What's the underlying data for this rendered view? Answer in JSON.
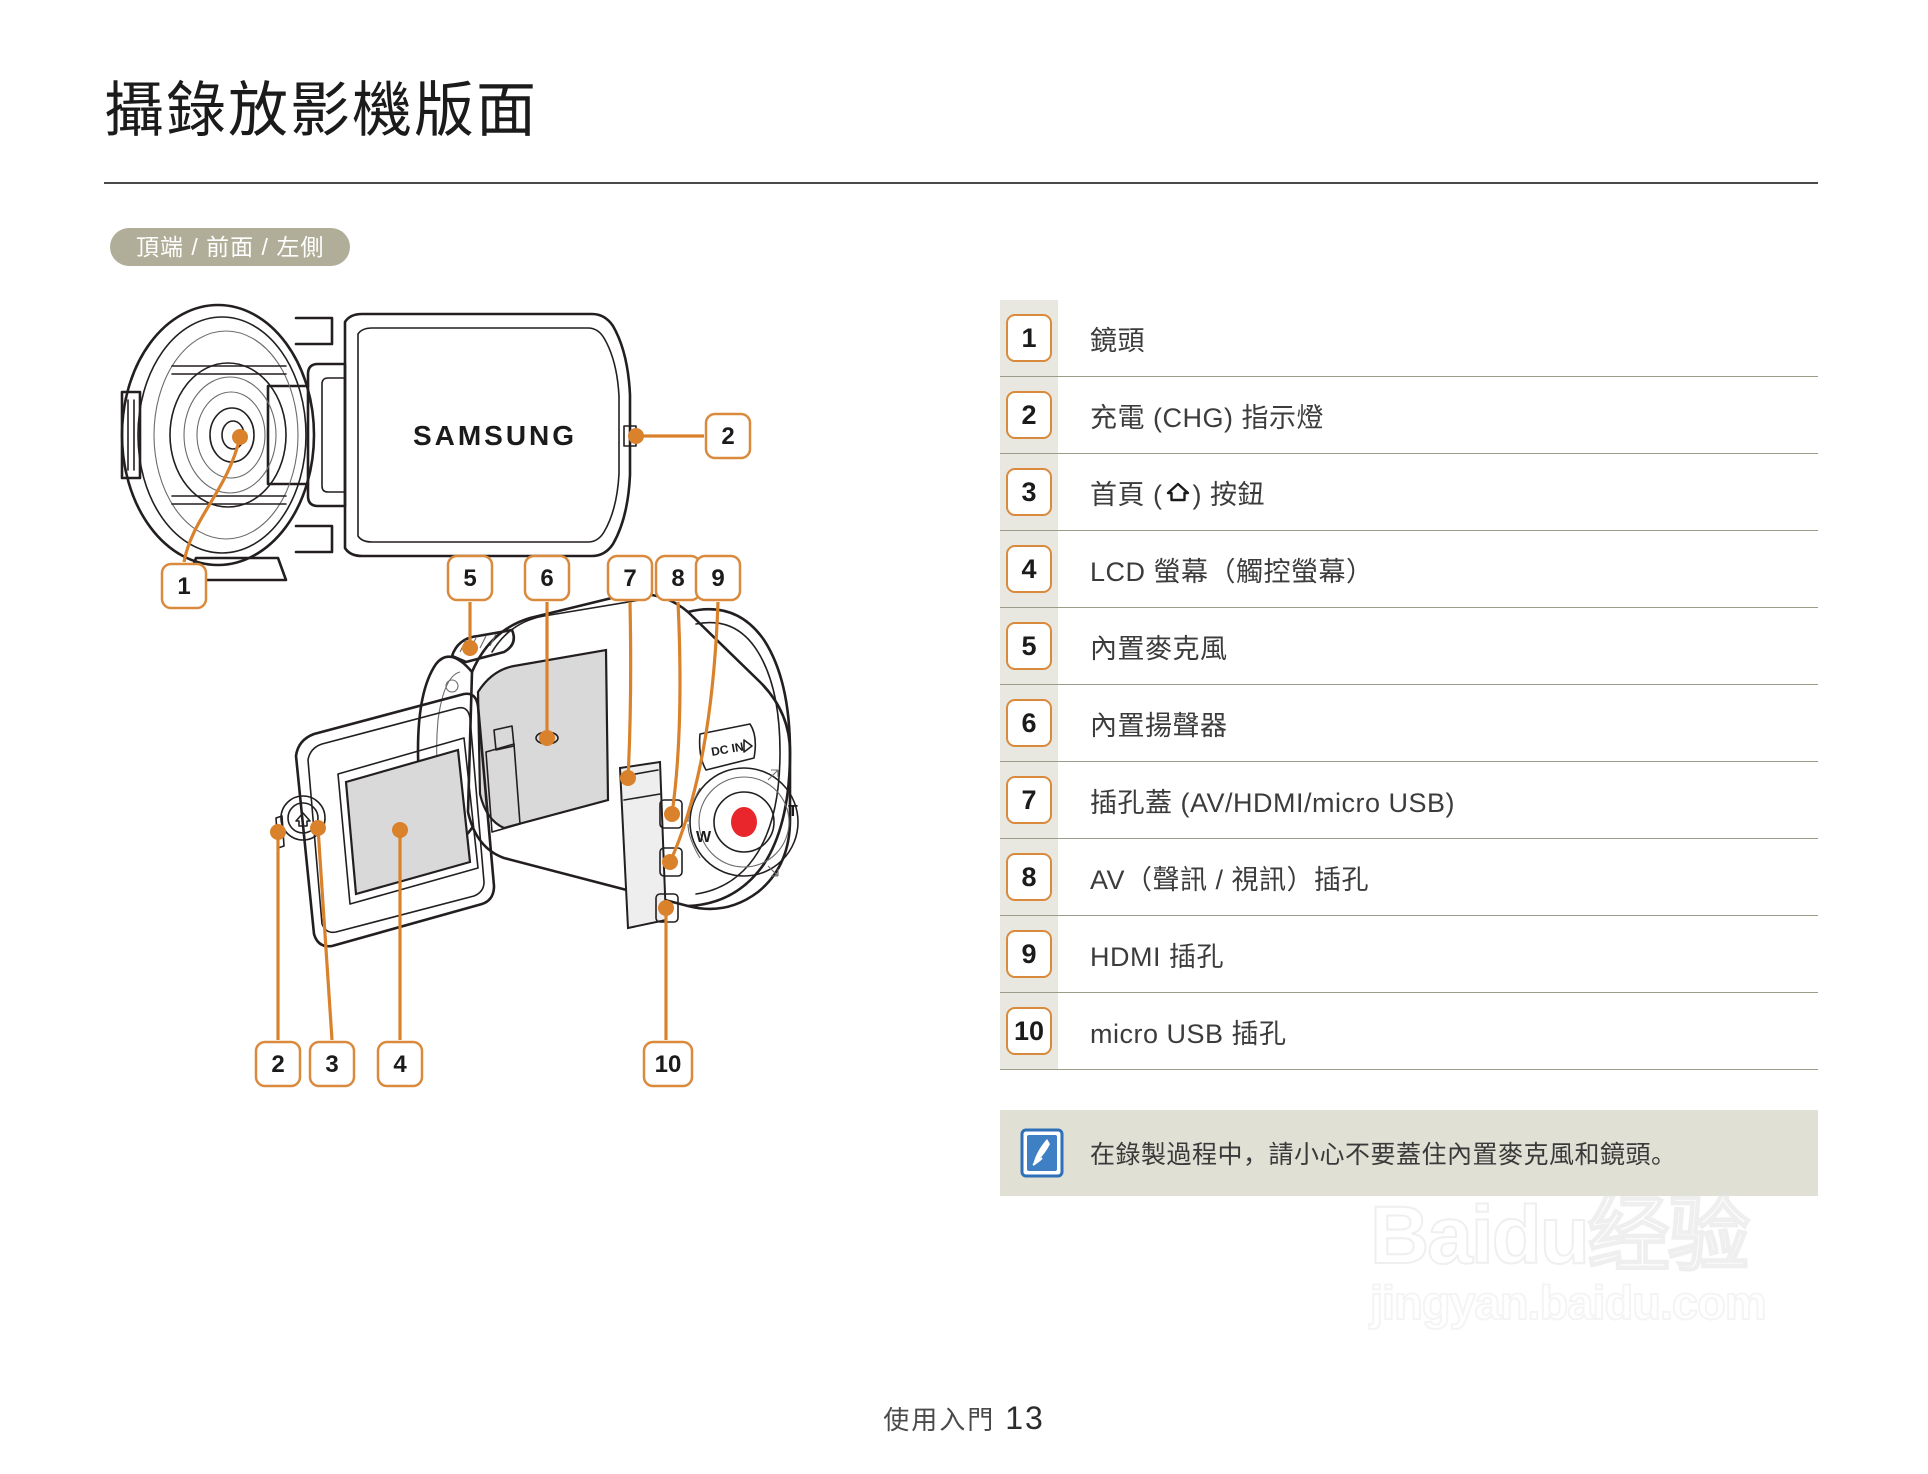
{
  "page": {
    "title": "攝錄放影機版面",
    "section_badge": "頂端 / 前面 / 左側",
    "footer_label": "使用入門",
    "page_number": "13"
  },
  "legend": {
    "items": [
      {
        "num": "1",
        "label": "鏡頭"
      },
      {
        "num": "2",
        "label": "充電 (CHG) 指示燈"
      },
      {
        "num": "3",
        "label_pre": "首頁 (",
        "icon": "home-icon",
        "label_post": ") 按鈕"
      },
      {
        "num": "4",
        "label": "LCD 螢幕（觸控螢幕）"
      },
      {
        "num": "5",
        "label": "內置麥克風"
      },
      {
        "num": "6",
        "label": "內置揚聲器"
      },
      {
        "num": "7",
        "label": "插孔蓋 (AV/HDMI/micro USB)"
      },
      {
        "num": "8",
        "label": "AV（聲訊 / 視訊）插孔"
      },
      {
        "num": "9",
        "label": "HDMI 插孔"
      },
      {
        "num": "10",
        "label": "micro USB 插孔"
      }
    ]
  },
  "note": {
    "icon": "note-pen-icon",
    "text": "在錄製過程中，請小心不要蓋住內置麥克風和鏡頭。"
  },
  "illustration": {
    "brand_text": "SAMSUNG",
    "zoom_wide_label": "W",
    "zoom_tele_label": "T",
    "dc_in_label": "DC IN",
    "callouts": [
      {
        "num": "1"
      },
      {
        "num": "2"
      },
      {
        "num": "5"
      },
      {
        "num": "6"
      },
      {
        "num": "7"
      },
      {
        "num": "8"
      },
      {
        "num": "9"
      },
      {
        "num": "2"
      },
      {
        "num": "3"
      },
      {
        "num": "4"
      },
      {
        "num": "10"
      }
    ]
  },
  "watermark": {
    "main": "Baidu经验",
    "sub": "jingyan.baidu.com"
  },
  "colors": {
    "accent_orange": "#d9822b",
    "badge_olive": "#b0ad98",
    "legend_band": "#e9e8e0",
    "note_bg": "#e0e0d5",
    "rule": "#9c9c8a",
    "record_red": "#e8262c"
  }
}
